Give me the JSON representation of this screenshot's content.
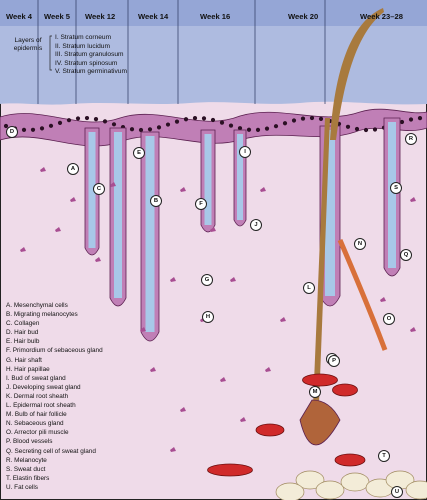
{
  "weeks": [
    "Week 4",
    "Week 5",
    "Week 12",
    "Week 14",
    "Week 16",
    "Week 20",
    "Week 23–28"
  ],
  "layers_box": {
    "title": "Layers of epidermis",
    "layers": [
      "I. Stratum corneum",
      "II. Stratum lucidum",
      "III. Stratum granulosum",
      "IV. Stratum spinosum",
      "V. Stratum germinativum"
    ]
  },
  "legend": [
    "A. Mesenchymal cells",
    "B. Migrating melanocytes",
    "C. Collagen",
    "D. Hair bud",
    "E. Hair bulb",
    "F. Primordium of sebaceous gland",
    "G. Hair shaft",
    "H. Hair papillae",
    "I. Bud of sweat gland",
    "J. Developing sweat gland",
    "K. Dermal root sheath",
    "L. Epidermal root sheath",
    "M. Bulb of hair follicle",
    "N. Sebaceous gland",
    "O. Arrector pili muscle",
    "P. Blood vessels",
    "Q. Secreting cell of sweat gland",
    "R. Melanocyte",
    "S. Sweat duct",
    "T. Elastin fibers",
    "U. Fat cells"
  ],
  "markers": [
    "A",
    "B",
    "C",
    "D",
    "E",
    "F",
    "G",
    "H",
    "I",
    "J",
    "K",
    "L",
    "M",
    "N",
    "O",
    "P",
    "Q",
    "R",
    "S",
    "T",
    "U"
  ],
  "colors": {
    "dermis": "#efdbe9",
    "header": "#aebbe0",
    "header_dark": "#95a6d6",
    "epidermis": "#c07fb6",
    "nuclei": "#2b1024",
    "sheath_blue": "#a8c8e8",
    "hair_shaft": "#a87a3e",
    "blood": "#d02a2a",
    "fat": "#f3ecd8",
    "muscle": "#d8703a",
    "cells": "#a84e92"
  }
}
